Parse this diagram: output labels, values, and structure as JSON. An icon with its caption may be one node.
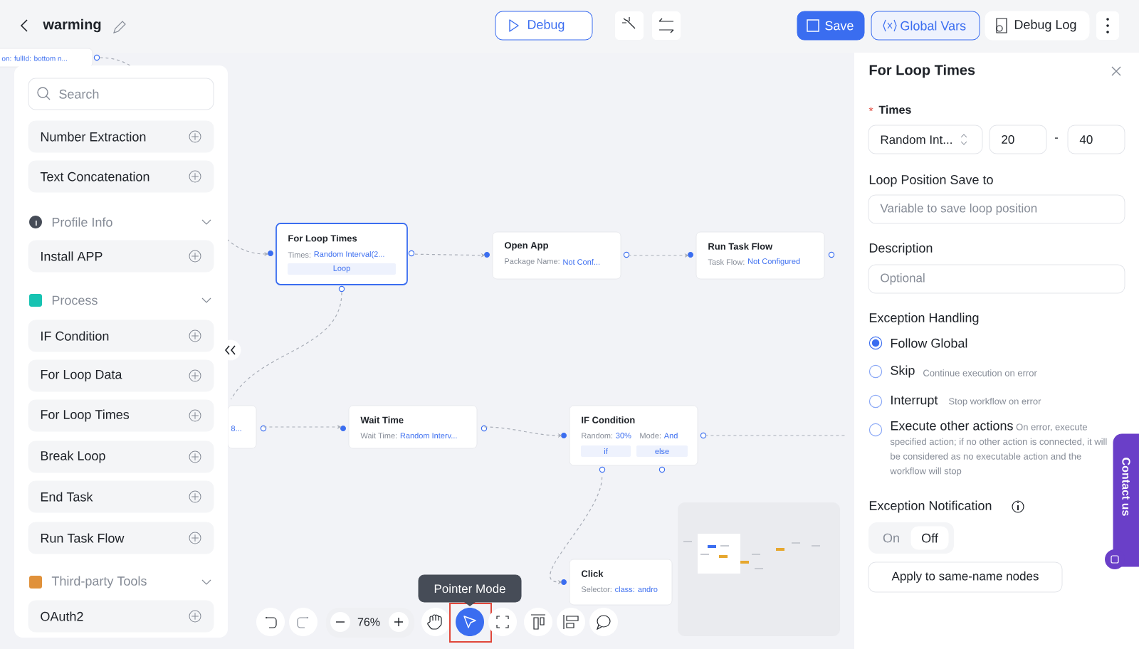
{
  "diagram": {
    "title": "warming",
    "nodes": [
      {
        "text": [
          "on: fullId: bottom n..."
        ]
      },
      {
        "text": [
          "For Loop Times",
          "Times:",
          "Random Interval(2...",
          "Loop"
        ]
      },
      {
        "text": [
          "Open App",
          "Package Name:",
          "Not Conf..."
        ]
      },
      {
        "text": [
          "Run Task Flow",
          "Task Flow:",
          "Not Configured"
        ]
      },
      {
        "text": [
          "8..."
        ]
      },
      {
        "text": [
          "Wait Time",
          "Wait Time:",
          "Random Interv..."
        ]
      },
      {
        "text": [
          "IF Condition",
          "Random:",
          "30%",
          "Mode:",
          "And",
          "if",
          "else"
        ]
      },
      {
        "text": [
          "Click",
          "Selector:",
          "class: andro"
        ]
      }
    ],
    "edges": [
      {
        "from": 0,
        "to": 1,
        "arrow": "to",
        "style": "dashed"
      },
      {
        "from": 1,
        "to": 2,
        "arrow": "to",
        "style": "dashed"
      },
      {
        "from": 2,
        "to": 3,
        "arrow": "to",
        "style": "dashed"
      },
      {
        "from": 1,
        "to": 4,
        "arrow": "none",
        "style": "dashed"
      },
      {
        "from": 4,
        "to": 5,
        "arrow": "to",
        "style": "dashed"
      },
      {
        "from": 5,
        "to": 6,
        "arrow": "to",
        "style": "dashed"
      },
      {
        "from": 6,
        "to": 7,
        "arrow": "to",
        "style": "dashed"
      },
      {
        "from": 6,
        "to": null,
        "arrow": "none",
        "style": "dashed"
      }
    ],
    "labels": [
      "Debug",
      "Save",
      "Global Vars",
      "Debug Log",
      "Search",
      "Number Extraction",
      "Text Concatenation",
      "Profile Info",
      "Install APP",
      "Process",
      "IF Condition",
      "For Loop Data",
      "For Loop Times",
      "Break Loop",
      "End Task",
      "Run Task Flow",
      "Third-party Tools",
      "OAuth2",
      "76%",
      "Pointer Mode",
      "For Loop Times",
      "*",
      "Times",
      "Random Int...",
      "20",
      "-",
      "40",
      "Loop Position Save to",
      "Variable to save loop position",
      "Description",
      "Optional",
      "Exception Handling",
      "Follow Global",
      "Skip",
      "Continue execution on error",
      "Interrupt",
      "Stop workflow on error",
      "Execute other actions",
      "On error, execute specified action; if no other action is connected, it will be considered as no executable action and the workflow will stop",
      "Exception Notification",
      "On",
      "Off",
      "Apply to same-name nodes",
      "Contact us"
    ]
  }
}
